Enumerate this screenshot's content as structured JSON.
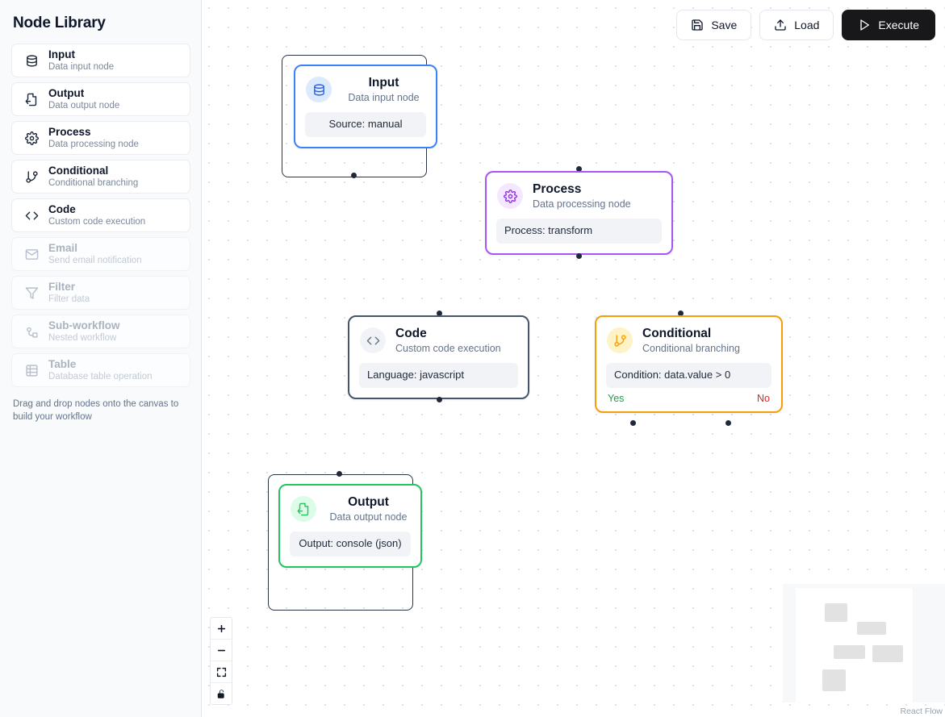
{
  "sidebar": {
    "title": "Node Library",
    "hint": "Drag and drop nodes onto the canvas to build your workflow",
    "items": [
      {
        "name": "Input",
        "desc": "Data input node",
        "icon": "database-icon",
        "enabled": true
      },
      {
        "name": "Output",
        "desc": "Data output node",
        "icon": "file-output-icon",
        "enabled": true
      },
      {
        "name": "Process",
        "desc": "Data processing node",
        "icon": "gear-icon",
        "enabled": true
      },
      {
        "name": "Conditional",
        "desc": "Conditional branching",
        "icon": "git-branch-icon",
        "enabled": true
      },
      {
        "name": "Code",
        "desc": "Custom code execution",
        "icon": "code-brackets-icon",
        "enabled": true
      },
      {
        "name": "Email",
        "desc": "Send email notification",
        "icon": "envelope-icon",
        "enabled": false
      },
      {
        "name": "Filter",
        "desc": "Filter data",
        "icon": "funnel-icon",
        "enabled": false
      },
      {
        "name": "Sub-workflow",
        "desc": "Nested workflow",
        "icon": "workflow-icon",
        "enabled": false
      },
      {
        "name": "Table",
        "desc": "Database table operation",
        "icon": "table-icon",
        "enabled": false
      }
    ]
  },
  "toolbar": {
    "save_label": "Save",
    "load_label": "Load",
    "execute_label": "Execute",
    "save_icon": "floppy-disk-icon",
    "load_icon": "upload-icon",
    "execute_icon": "play-icon",
    "execute_bg": "#18181b"
  },
  "canvas": {
    "attribution": "React Flow",
    "nodes": [
      {
        "id": "input",
        "title": "Input",
        "subtitle": "Data input node",
        "field": "Source: manual",
        "color": "#3b82f6",
        "selected": true
      },
      {
        "id": "process",
        "title": "Process",
        "subtitle": "Data processing node",
        "field": "Process: transform",
        "color": "#a855f7",
        "selected": false
      },
      {
        "id": "code",
        "title": "Code",
        "subtitle": "Custom code execution",
        "field": "Language: javascript",
        "color": "#475569",
        "selected": false
      },
      {
        "id": "conditional",
        "title": "Conditional",
        "subtitle": "Conditional branching",
        "field": "Condition: data.value > 0",
        "color": "#f59e0b",
        "selected": false,
        "branch_yes": "Yes",
        "branch_no": "No",
        "yes_color": "#16a34a",
        "no_color": "#dc2626"
      },
      {
        "id": "output",
        "title": "Output",
        "subtitle": "Data output node",
        "field": "Output: console (json)",
        "color": "#22c55e",
        "selected": true
      }
    ]
  },
  "controls": {
    "zoom_in": "zoom-in-icon",
    "zoom_out": "zoom-out-icon",
    "fit_view": "fit-view-icon",
    "lock": "lock-open-icon"
  }
}
